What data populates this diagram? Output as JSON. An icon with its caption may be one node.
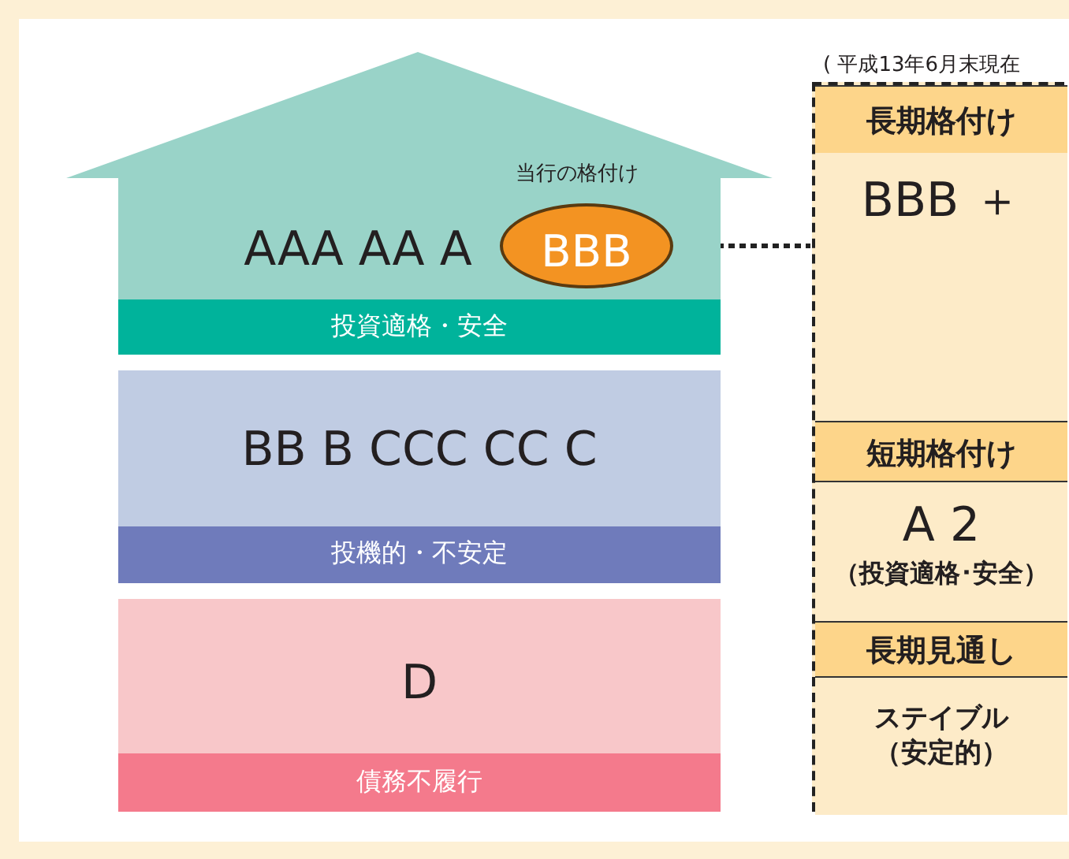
{
  "diagram": {
    "nodes": [
      {
        "text": [
          "AAA AA A"
        ]
      },
      {
        "text": [
          "BBB"
        ],
        "beside": [
          "当行の格付け"
        ],
        "in": 0
      },
      {
        "text": [
          "投資適格・安全"
        ],
        "in": 0
      },
      {
        "text": [
          "BB B CCC CC C"
        ]
      },
      {
        "text": [
          "投機的・不安定"
        ],
        "in": 3
      },
      {
        "text": [
          "D"
        ]
      },
      {
        "text": [
          "債務不履行"
        ],
        "in": 5
      },
      {
        "text": [],
        "shape": "box"
      },
      {
        "text": [
          "長期格付け"
        ],
        "in": 7
      },
      {
        "text": [
          "BBB ＋"
        ],
        "in": 7
      },
      {
        "text": [
          "短期格付け"
        ],
        "in": 7
      },
      {
        "text": [
          "A 2",
          "（投資適格･安全）"
        ],
        "in": 7
      },
      {
        "text": [
          "長期見通し"
        ],
        "in": 7
      },
      {
        "text": [
          "ステイブル",
          "（安定的）"
        ],
        "in": 7
      }
    ],
    "edges": [
      {
        "from": 1,
        "to": 7,
        "arrow": "none",
        "style": "dashed"
      }
    ],
    "labels": [
      "( 平成13年6月末現在"
    ]
  }
}
